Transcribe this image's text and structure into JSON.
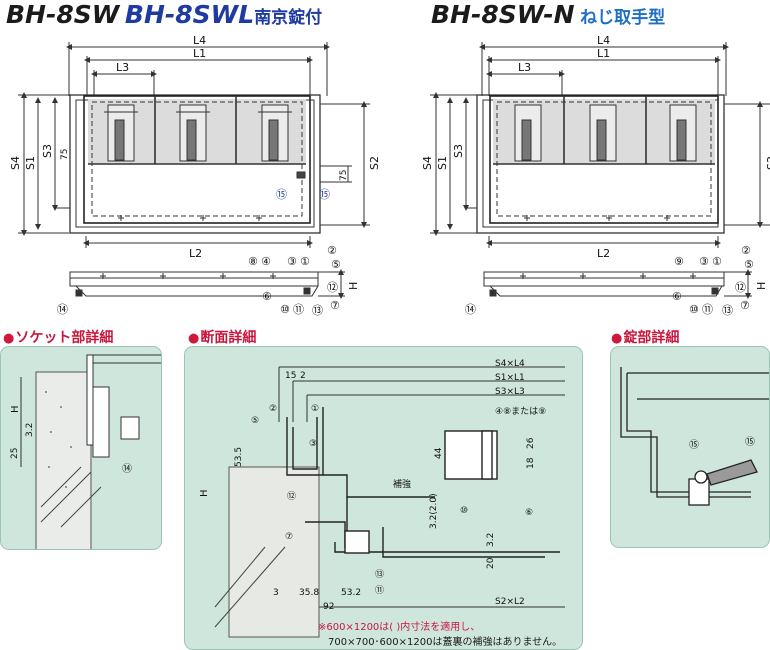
{
  "titles": {
    "left_model": "BH-8SW",
    "left_model_l": "BH-8SWL",
    "left_suffix": "南京錠付",
    "right_model": "BH-8SW-N",
    "right_suffix": "ねじ取手型"
  },
  "dims": {
    "L4": "L4",
    "L1": "L1",
    "L3": "L3",
    "L2": "L2",
    "S4": "S4",
    "S1": "S1",
    "S3": "S3",
    "S2": "S2",
    "d75": "75",
    "H": "H"
  },
  "callouts": {
    "c1": "①",
    "c2": "②",
    "c3": "③",
    "c4": "④",
    "c5": "⑤",
    "c6": "⑥",
    "c7": "⑦",
    "c8": "⑧",
    "c9": "⑨",
    "c10": "⑩",
    "c11": "⑪",
    "c12": "⑫",
    "c13": "⑬",
    "c14": "⑭",
    "c15": "⑮"
  },
  "sections": {
    "socket": "ソケット部詳細",
    "section": "断面詳細",
    "lock": "錠部詳細"
  },
  "socket_detail": {
    "H": "H",
    "d32": "3.2",
    "d25": "25"
  },
  "section_detail": {
    "S4xL4": "S4×L4",
    "S1xL1": "S1×L1",
    "S3xL3": "S3×L3",
    "S2xL2": "S2×L2",
    "d15": "15",
    "d2": "2",
    "d535": "53.5",
    "H": "H",
    "d44": "44",
    "d26": "26",
    "d18": "18",
    "d32a": "3.2(2.0)",
    "d20": "20",
    "d32b": "3.2",
    "d3": "3",
    "d358": "35.8",
    "d532": "53.2",
    "d92": "92",
    "hokyo": "補強",
    "c4_8_9": "④⑧または⑨"
  },
  "notes": {
    "note1": "※600×1200は(  )内寸法を適用し、",
    "note2": "700×700･600×1200は蓋裏の補強はありません。"
  },
  "colors": {
    "accent": "#c8173d",
    "model_blue": "#1f3aa0",
    "panel_bg": "#cfe6dd"
  }
}
